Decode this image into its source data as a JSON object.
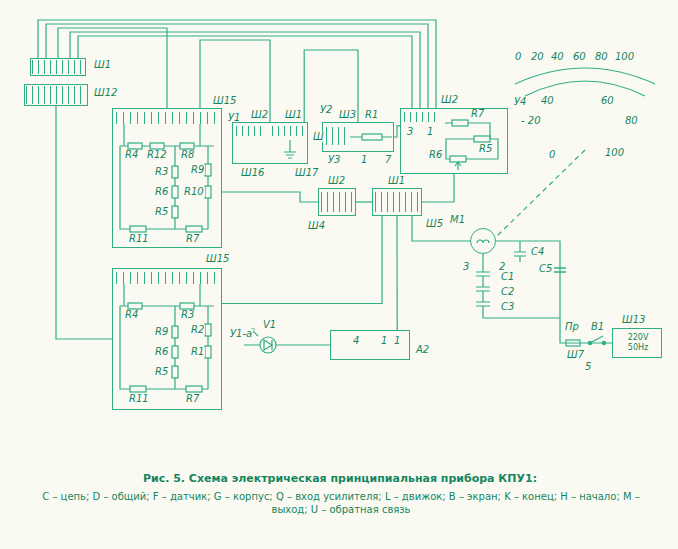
{
  "diagram": {
    "caption": "Рис. 5. Схема электрическая принципиальная прибора КПУ1:",
    "nodes": [
      {
        "text": [
          "Ш1"
        ]
      },
      {
        "text": [
          "Ш12"
        ]
      },
      {
        "text": [
          "У1"
        ]
      },
      {
        "text": [
          "У1-а"
        ]
      },
      {
        "text": [
          "У2"
        ]
      },
      {
        "text": [
          "У3"
        ]
      },
      {
        "text": [
          "У4"
        ]
      },
      {
        "text": [
          "Ш2",
          "Ш4"
        ]
      },
      {
        "text": [
          "Ш1",
          "Ш5"
        ]
      },
      {
        "text": [
          "M1"
        ]
      },
      {
        "text": [
          "A2"
        ]
      },
      {
        "text": [
          "Ш13",
          "220V 50Hz"
        ]
      }
    ],
    "edges": [
      {
        "from": 0,
        "to": 2,
        "arrow": "none"
      },
      {
        "from": 2,
        "to": 4,
        "arrow": "none"
      },
      {
        "from": 4,
        "to": 5,
        "arrow": "none"
      },
      {
        "from": 5,
        "to": 6,
        "arrow": "none"
      },
      {
        "from": 2,
        "to": 7,
        "arrow": "none"
      },
      {
        "from": 7,
        "to": 8,
        "arrow": "none"
      },
      {
        "from": 8,
        "to": 6,
        "arrow": "none"
      },
      {
        "from": 8,
        "to": 9,
        "arrow": "none"
      },
      {
        "from": 3,
        "to": 8,
        "arrow": "none"
      },
      {
        "from": 10,
        "to": 8,
        "arrow": "none"
      },
      {
        "from": 11,
        "to": 9,
        "arrow": "none"
      },
      {
        "from": 1,
        "to": 3,
        "arrow": "none"
      }
    ],
    "labels": [
      "Ш15",
      "R4",
      "R12",
      "R8",
      "R3",
      "R9",
      "R6",
      "R10",
      "R5",
      "R11",
      "R7",
      "Ш15",
      "R4",
      "R3",
      "R9",
      "R2",
      "R6",
      "R1",
      "R5",
      "R11",
      "R7",
      "Ш2",
      "Ш1",
      "Ш16",
      "Ш17",
      "Ш3",
      "Ш",
      "R1",
      "1",
      "7",
      "Ш2",
      "3",
      "1",
      "R7",
      "R5",
      "R6",
      "0",
      "20",
      "40",
      "60",
      "80",
      "100",
      "40",
      "60",
      "- 20",
      "80",
      "0",
      "100",
      "3",
      "2",
      "C1",
      "C2",
      "C3",
      "C4",
      "C5",
      "V1",
      "4",
      "1",
      "1",
      "Пр",
      "В1",
      "Ш7",
      "5",
      "C – цепь; D – общий; F – датчик; G – корпус; Q – вход усилителя; L – движок; B – экран; K – конец; H – начало; M – выход; U – обратная связь"
    ]
  }
}
